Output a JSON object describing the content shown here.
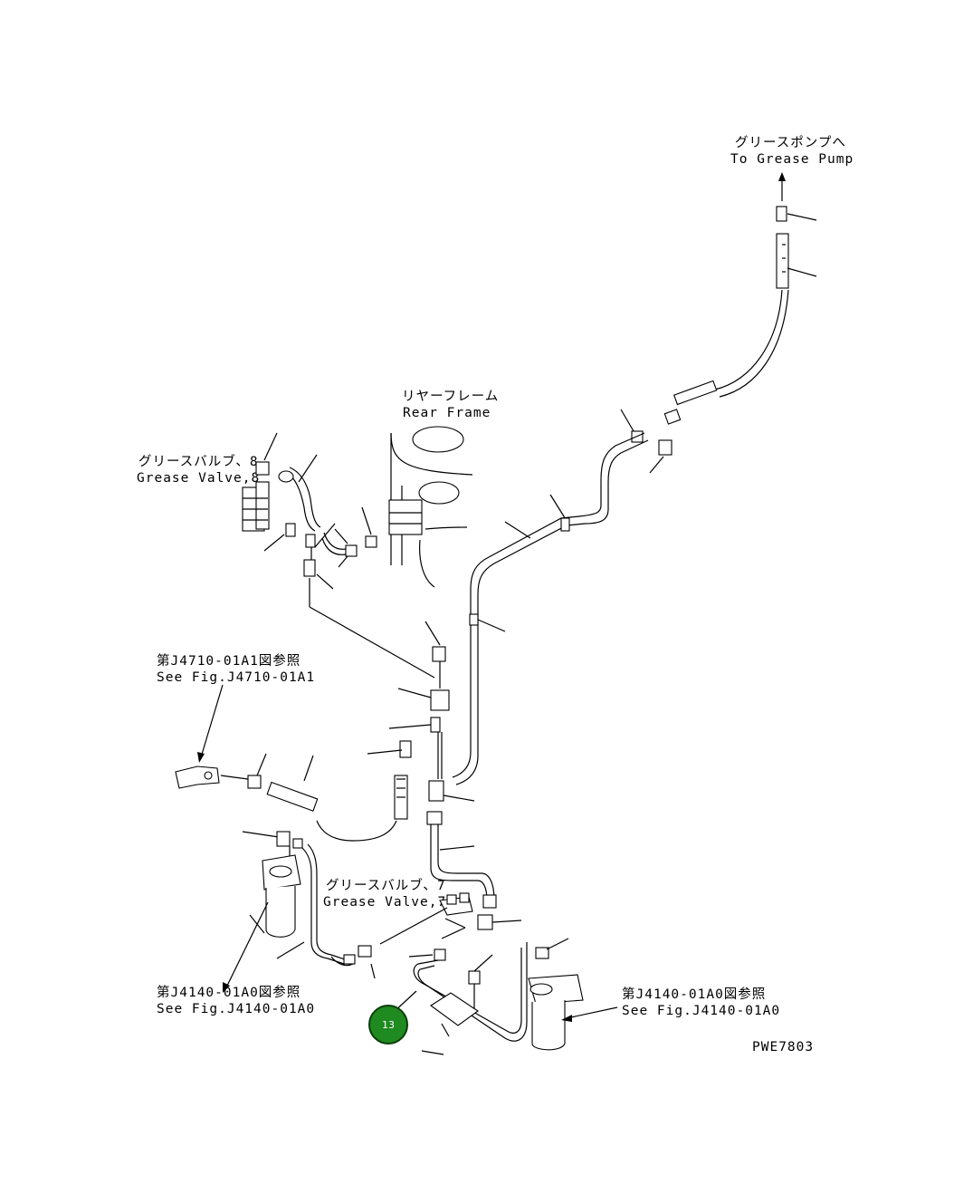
{
  "labels": {
    "to_grease_pump_jp": "グリースポンプへ",
    "to_grease_pump_en": "To Grease Pump",
    "rear_frame_jp": "リヤーフレーム",
    "rear_frame_en": "Rear Frame",
    "grease_valve8_jp": "グリースバルブ、8",
    "grease_valve8_en": "Grease Valve,8",
    "see_j4710_jp": "第J4710-01A1図参照",
    "see_j4710_en": "See Fig.J4710-01A1",
    "grease_valve7_jp": "グリースバルブ、7",
    "grease_valve7_en": "Grease Valve,7",
    "see_j4140_left_jp": "第J4140-01A0図参照",
    "see_j4140_left_en": "See Fig.J4140-01A0",
    "see_j4140_right_jp": "第J4140-01A0図参照",
    "see_j4140_right_en": "See Fig.J4140-01A0",
    "drawing_code": "PWE7803"
  },
  "callout": {
    "number": "13",
    "color": "#1f8a1f"
  }
}
